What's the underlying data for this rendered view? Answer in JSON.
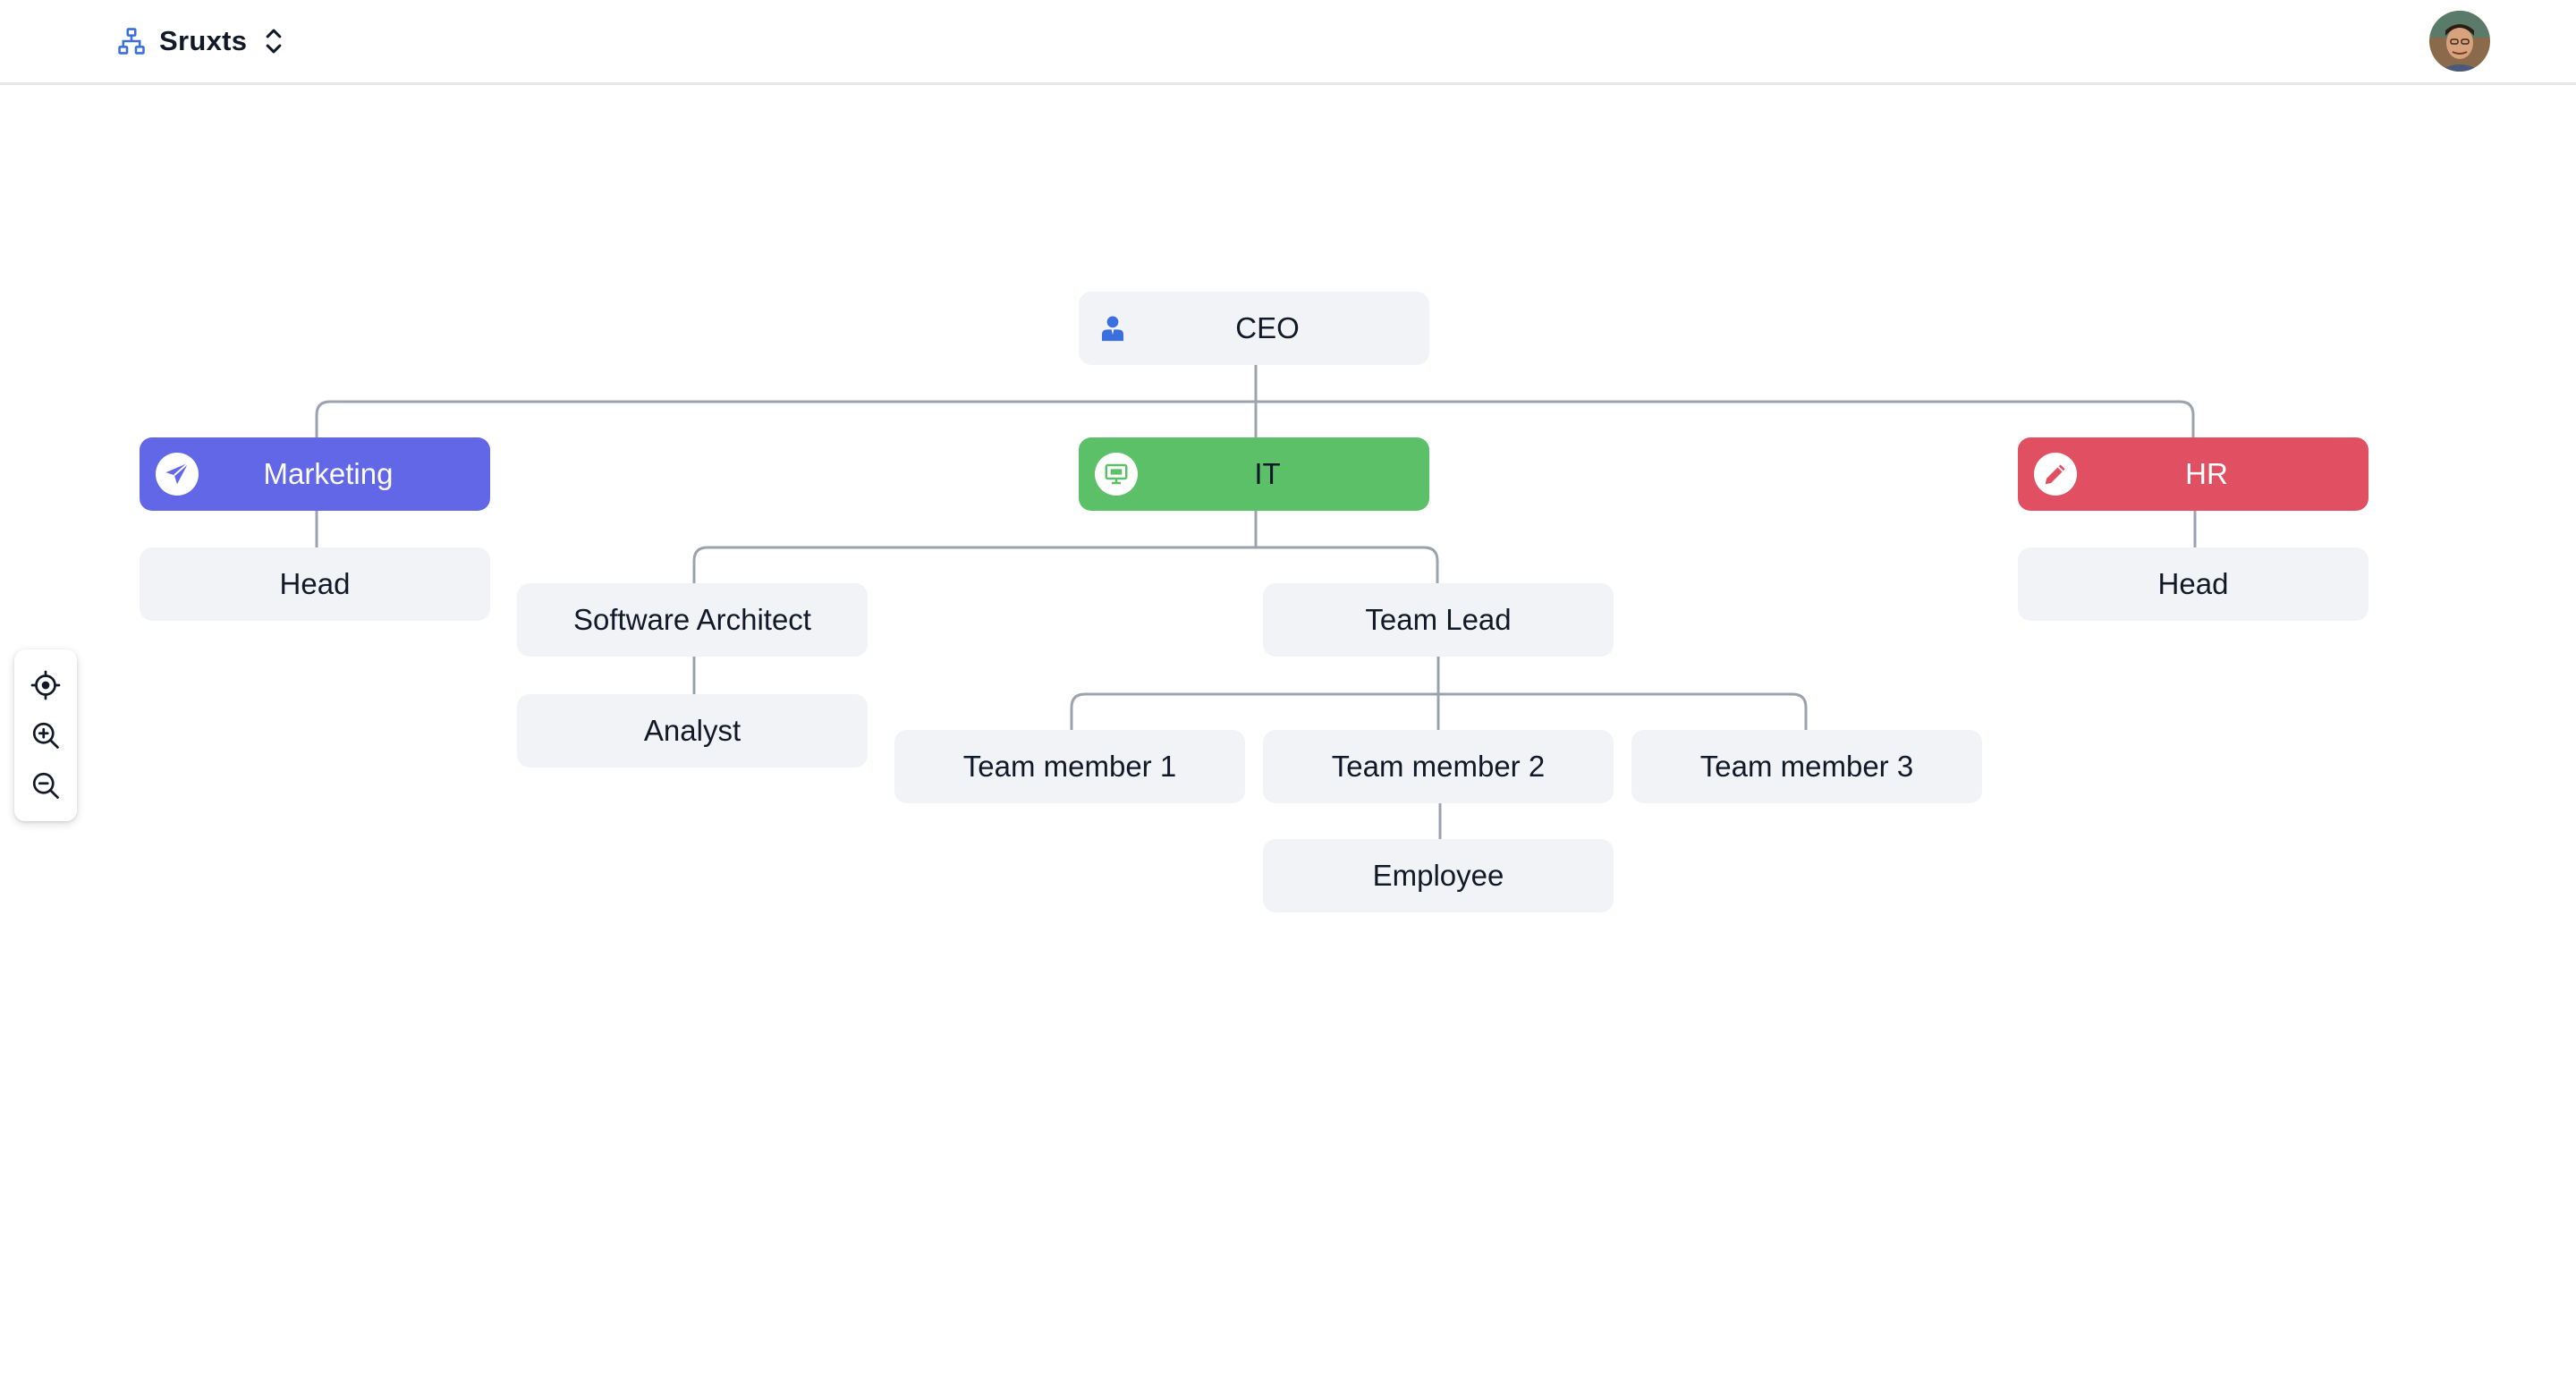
{
  "app": {
    "name": "Sruxts",
    "brand_icon": "org-chart-icon",
    "switch_icon": "chevron-up-down-icon",
    "avatar": "user-avatar"
  },
  "zoom_controls": [
    {
      "name": "recenter",
      "icon": "crosshair-icon"
    },
    {
      "name": "zoom-in",
      "icon": "zoom-in-icon"
    },
    {
      "name": "zoom-out",
      "icon": "zoom-out-icon"
    }
  ],
  "org_chart": {
    "ceo": {
      "label": "CEO",
      "icon": "person-icon",
      "icon_color": "#3b6fe0"
    },
    "departments": {
      "marketing": {
        "label": "Marketing",
        "icon": "paper-plane-icon",
        "color": "#6167e6"
      },
      "it": {
        "label": "IT",
        "icon": "monitor-icon",
        "color": "#5cc068"
      },
      "hr": {
        "label": "HR",
        "icon": "pencil-icon",
        "color": "#e04f62"
      }
    },
    "marketing_head": {
      "label": "Head"
    },
    "software_architect": {
      "label": "Software Architect"
    },
    "analyst": {
      "label": "Analyst"
    },
    "team_lead": {
      "label": "Team Lead"
    },
    "team_member_1": {
      "label": "Team member 1"
    },
    "team_member_2": {
      "label": "Team member 2"
    },
    "team_member_3": {
      "label": "Team member 3"
    },
    "employee": {
      "label": "Employee"
    },
    "hr_head": {
      "label": "Head"
    }
  },
  "colors": {
    "node_bg": "#f1f3f7",
    "edge": "#9ca3af",
    "divider": "#e5e7eb"
  }
}
